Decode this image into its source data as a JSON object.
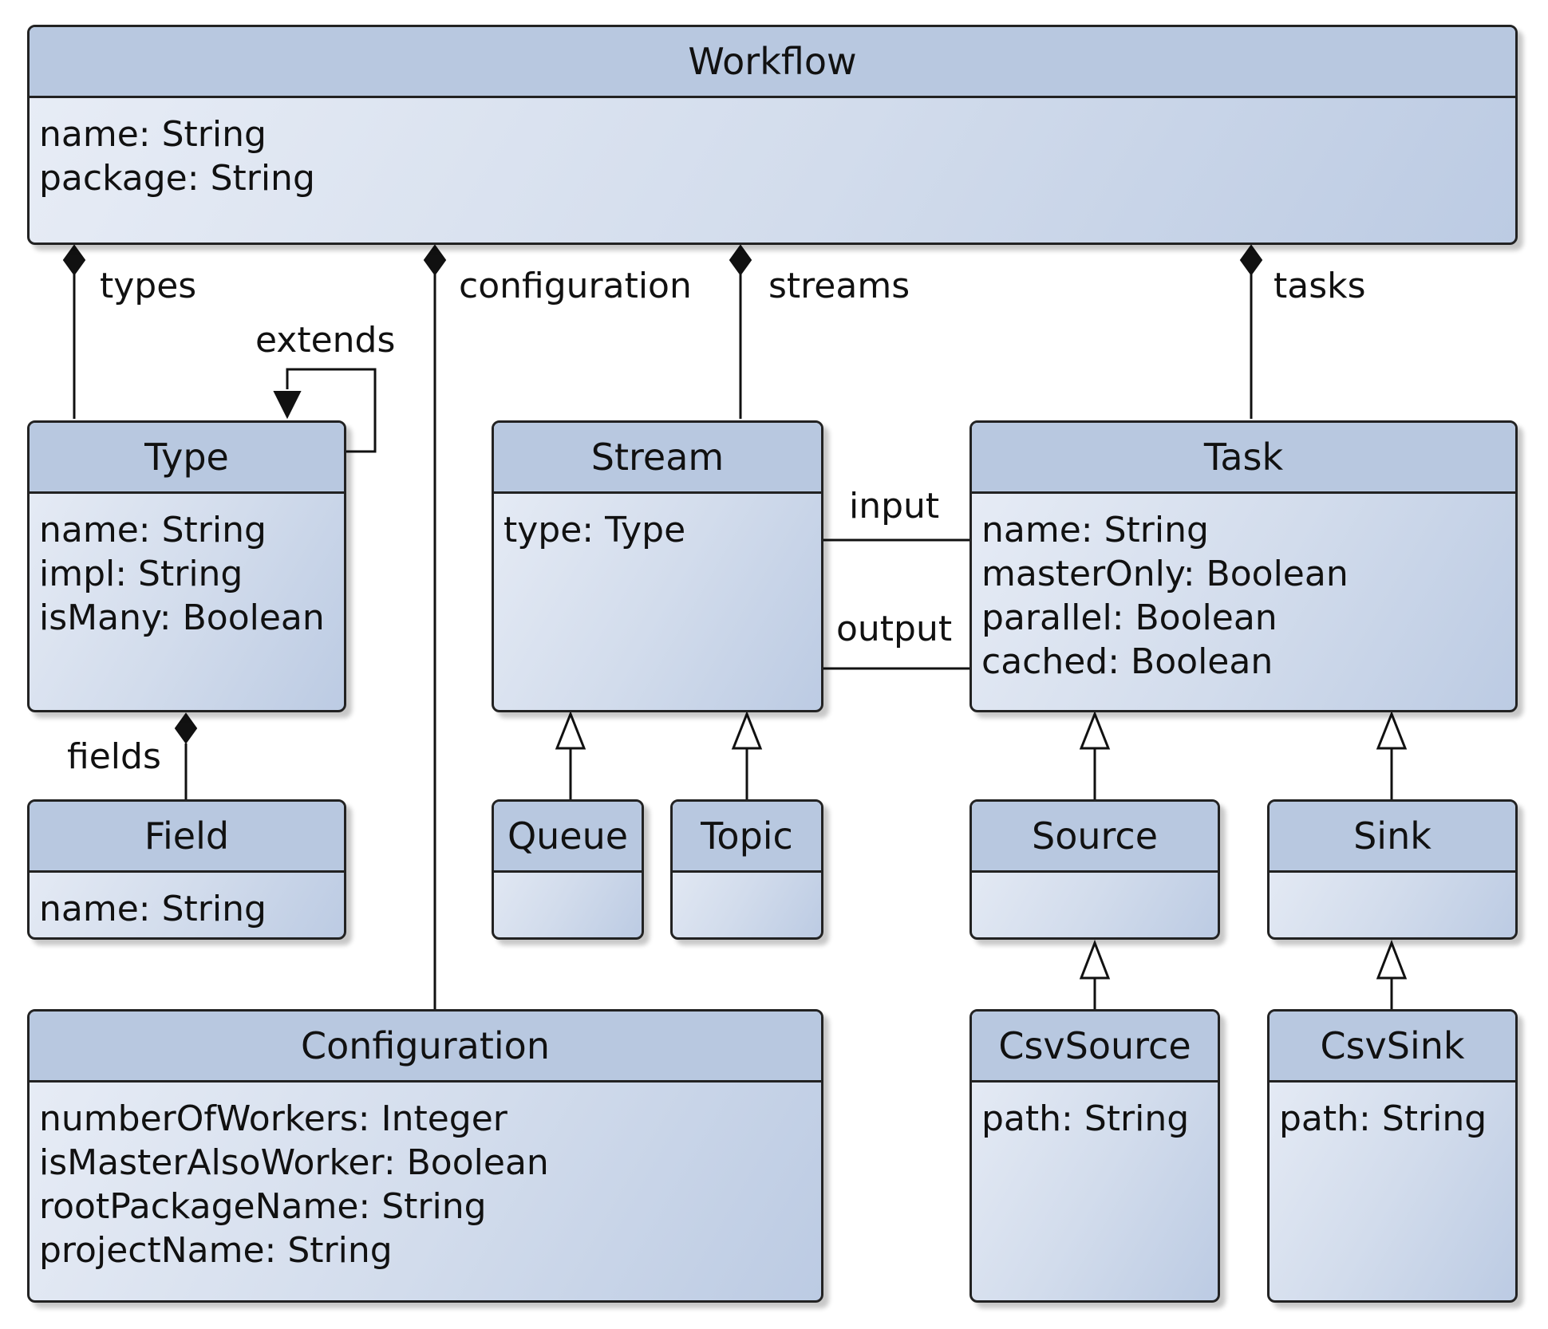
{
  "classes": {
    "workflow": {
      "name": "Workflow",
      "attributes": [
        "name: String",
        "package: String"
      ]
    },
    "type": {
      "name": "Type",
      "attributes": [
        "name: String",
        "impl: String",
        "isMany: Boolean"
      ]
    },
    "field": {
      "name": "Field",
      "attributes": [
        "name: String"
      ]
    },
    "stream": {
      "name": "Stream",
      "attributes": [
        "type: Type"
      ]
    },
    "task": {
      "name": "Task",
      "attributes": [
        "name: String",
        "masterOnly: Boolean",
        "parallel: Boolean",
        "cached: Boolean"
      ]
    },
    "queue": {
      "name": "Queue",
      "attributes": []
    },
    "topic": {
      "name": "Topic",
      "attributes": []
    },
    "source": {
      "name": "Source",
      "attributes": []
    },
    "sink": {
      "name": "Sink",
      "attributes": []
    },
    "configuration": {
      "name": "Configuration",
      "attributes": [
        "numberOfWorkers: Integer",
        "isMasterAlsoWorker: Boolean",
        "rootPackageName: String",
        "projectName: String"
      ]
    },
    "csvsource": {
      "name": "CsvSource",
      "attributes": [
        "path: String"
      ]
    },
    "csvsink": {
      "name": "CsvSink",
      "attributes": [
        "path: String"
      ]
    }
  },
  "relations": {
    "types": "types",
    "configuration": "configuration",
    "streams": "streams",
    "tasks": "tasks",
    "extends": "extends",
    "fields": "fields",
    "input": "input",
    "output": "output"
  }
}
